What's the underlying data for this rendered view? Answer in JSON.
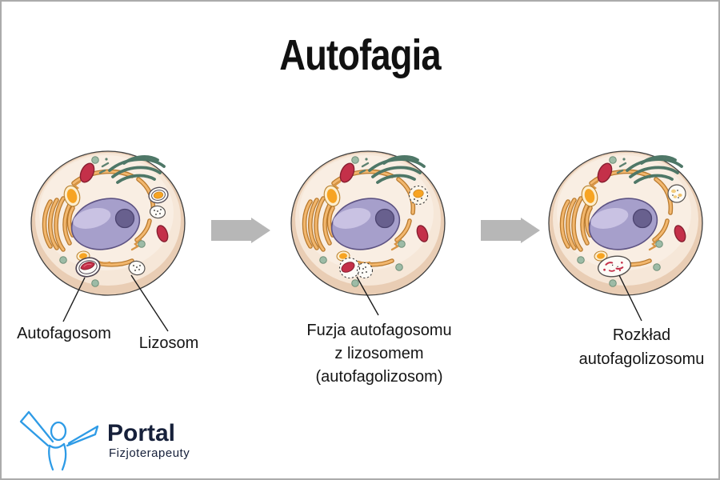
{
  "title": "Autofagia",
  "labels": {
    "autophagosome": "Autofagosom",
    "lysosome": "Lizosom",
    "fusion": [
      "Fuzja autofagosomu",
      "z lizosomem",
      "(autofagolizosom)"
    ],
    "breakdown": [
      "Rozkład",
      "autofagolizosomu"
    ]
  },
  "logo": {
    "title": "Portal",
    "subtitle": "Fizjoterapeuty"
  },
  "colors": {
    "cell_body": "#f8ecdf",
    "cell_rim": "#e9cdb4",
    "nucleus": "#a69fcb",
    "nucleolus": "#68608e",
    "er_orange": "#f2b76e",
    "golgi_green": "#4e7767",
    "mitochondria_red": "#c43049",
    "vesicle_green": "#9dbba6",
    "organelle_orange": "#f7a422",
    "arrow_gray": "#b7b7b7",
    "text": "#111111",
    "logo_blue": "#2e9be6",
    "logo_navy": "#16203a"
  }
}
